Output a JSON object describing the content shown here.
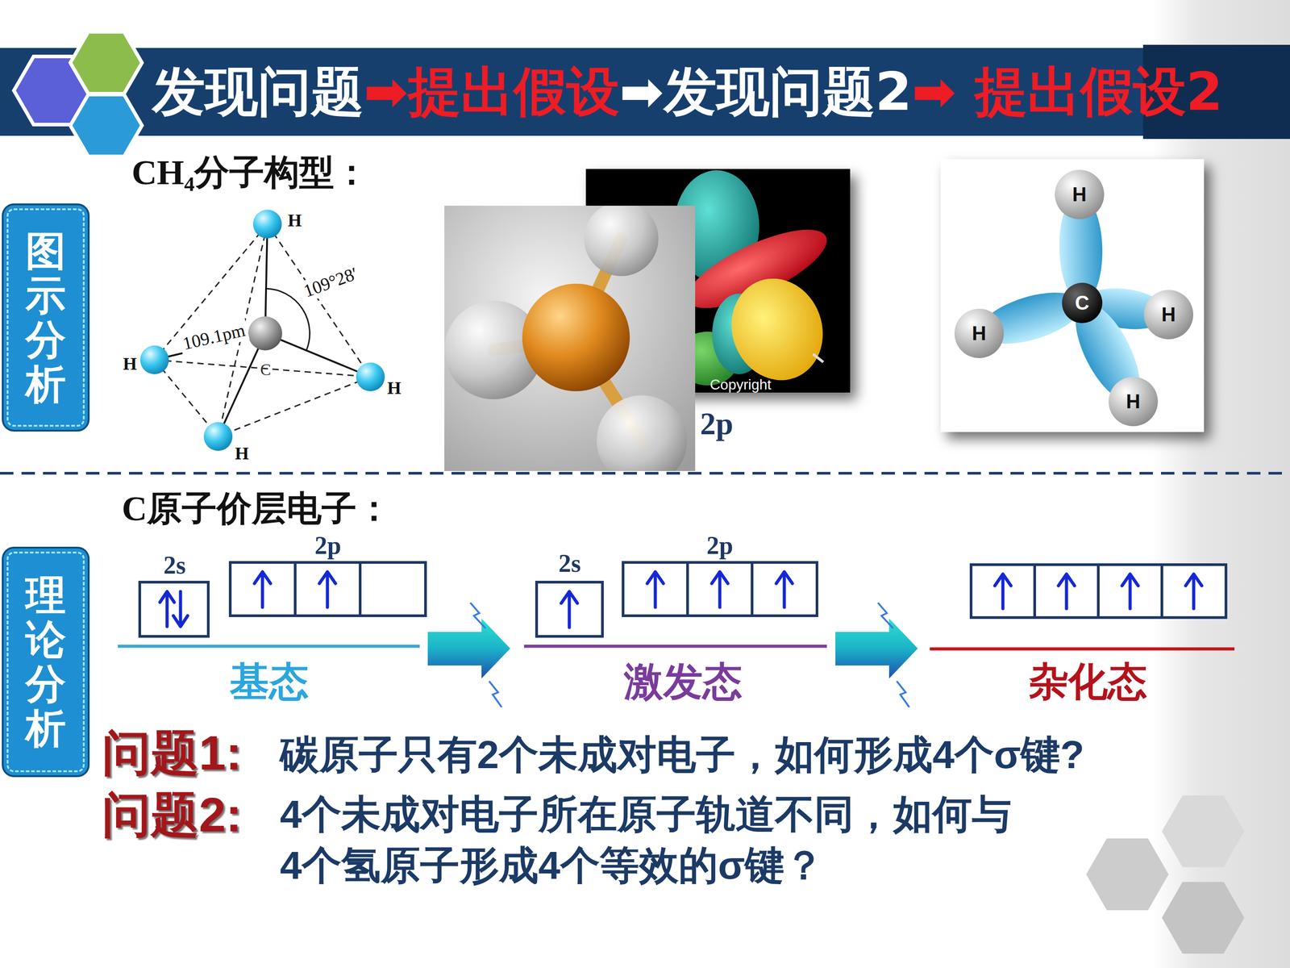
{
  "diagram": {
    "nodes": [
      {
        "text": [
          "发现问题",
          "➡提出假设",
          "➡发现问题2",
          "➡ 提出假设2"
        ]
      },
      {
        "text": [
          "图示分析"
        ]
      },
      {
        "text": [
          "理论分析"
        ]
      }
    ],
    "labels": [
      "CH₄分子构型：",
      "H",
      "109.1pm",
      "109°28′",
      "C",
      "H",
      "H",
      "H",
      "Copyright",
      "2p",
      "H",
      "C",
      "H",
      "H",
      "H",
      "C原子价层电子：",
      "2s",
      "2p",
      "2s",
      "2p",
      "基态",
      "激发态",
      "杂化态",
      "问题1:",
      "碳原子只有2个未成对电子，如何形成4个σ键?",
      "问题2:",
      "4个未成对电子所在原子轨道不同，如何与4个氢原子形成4个等效的σ键？"
    ]
  }
}
